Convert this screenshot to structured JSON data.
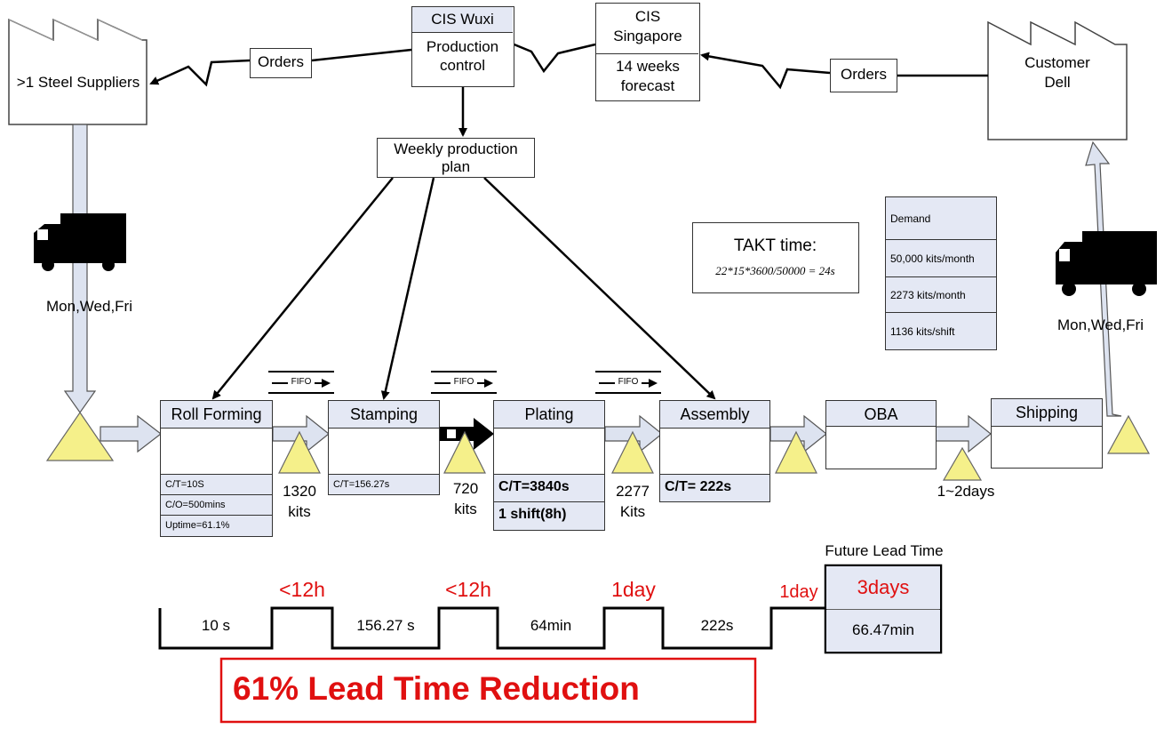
{
  "suppliers": {
    "label": ">1 Steel Suppliers"
  },
  "customer": {
    "line1": "Customer",
    "line2": "Dell"
  },
  "orders_left": "Orders",
  "orders_right": "Orders",
  "cis_wuxi": {
    "title": "CIS Wuxi",
    "body": "Production control"
  },
  "cis_singapore": {
    "title": "CIS Singapore",
    "body": "14 weeks forecast"
  },
  "weekly_plan": "Weekly production plan",
  "delivery_left": "Mon,Wed,Fri",
  "delivery_right": "Mon,Wed,Fri",
  "takt": {
    "title": "TAKT time:",
    "formula": "22*15*3600/50000 = 24s"
  },
  "demand": [
    "Demand",
    "50,000 kits/month",
    "2273 kits/month",
    "1136 kits/shift"
  ],
  "fifo_label": "FIFO",
  "processes": [
    {
      "name": "Roll Forming",
      "data": [
        "C/T=10S",
        "C/O=500mins",
        "Uptime=61.1%"
      ]
    },
    {
      "name": "Stamping",
      "data": [
        "C/T=156.27s"
      ]
    },
    {
      "name": "Plating",
      "data": [
        "C/T=3840s",
        "1 shift(8h)"
      ]
    },
    {
      "name": "Assembly",
      "data": [
        "C/T= 222s"
      ]
    },
    {
      "name": "OBA",
      "data": []
    },
    {
      "name": "Shipping",
      "data": []
    }
  ],
  "inventories": [
    "1320 kits",
    "720 kits",
    "2277 Kits",
    "1~2days"
  ],
  "timeline": {
    "waits": [
      "<12h",
      "<12h",
      "1day",
      "1day"
    ],
    "process_times": [
      "10 s",
      "156.27 s",
      "64min",
      "222s"
    ],
    "future_lead_time_label": "Future Lead Time",
    "total_lead": "3days",
    "total_process": "66.47min"
  },
  "banner": "61% Lead Time Reduction",
  "colors": {
    "triangle": "#f5f08a",
    "process_head": "#e4e8f4",
    "arrow_fill": "#dde3f0",
    "accent": "#e01010"
  }
}
